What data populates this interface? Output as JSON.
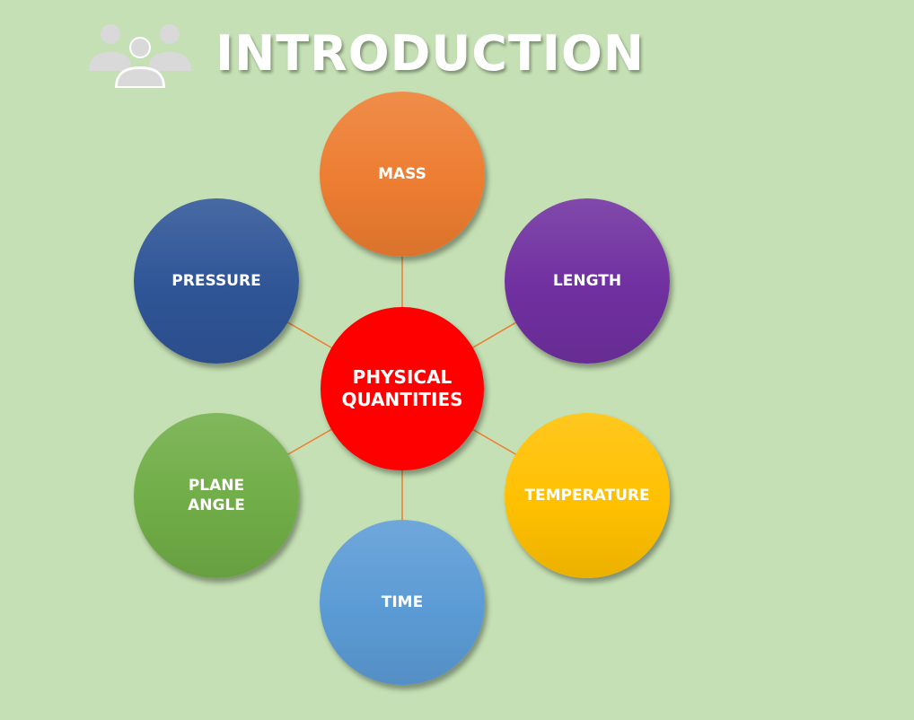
{
  "header": {
    "title": "INTRODUCTION",
    "icon": "people-group-icon"
  },
  "diagram": {
    "center": {
      "label": "PHYSICAL\nQUANTITIES",
      "color": "#ff0000"
    },
    "nodes": [
      {
        "id": "mass",
        "label": "MASS",
        "color": "#ed7d31"
      },
      {
        "id": "length",
        "label": "LENGTH",
        "color": "#7030a0"
      },
      {
        "id": "temperature",
        "label": "TEMPERATURE",
        "color": "#ffc000"
      },
      {
        "id": "time",
        "label": "TIME",
        "color": "#5b9bd5"
      },
      {
        "id": "plane-angle",
        "label": "PLANE\nANGLE",
        "color": "#70ad47"
      },
      {
        "id": "pressure",
        "label": "PRESSURE",
        "color": "#2f5597"
      }
    ],
    "connector_color": "#ed7d31"
  }
}
